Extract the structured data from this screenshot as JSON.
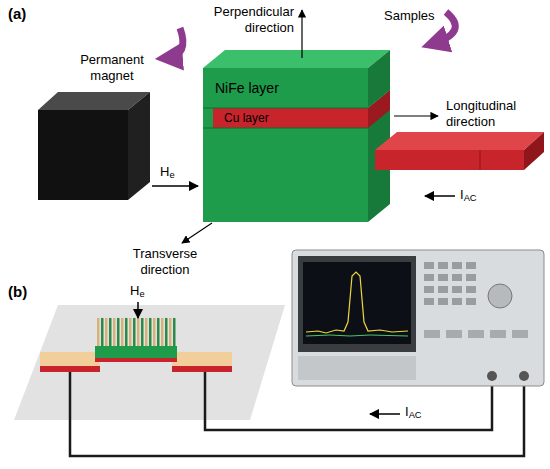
{
  "diagram": {
    "nodes": [
      {
        "text": [
          "NiFe layer"
        ]
      },
      {
        "text": [
          "Cu layer"
        ]
      }
    ],
    "labels": [
      "(a)",
      "Perpendicular direction",
      "Samples",
      "Permanent magnet",
      "He",
      "Longitudinal direction",
      "Transverse direction",
      "IAC",
      "(b)",
      "He",
      "IAC"
    ]
  }
}
